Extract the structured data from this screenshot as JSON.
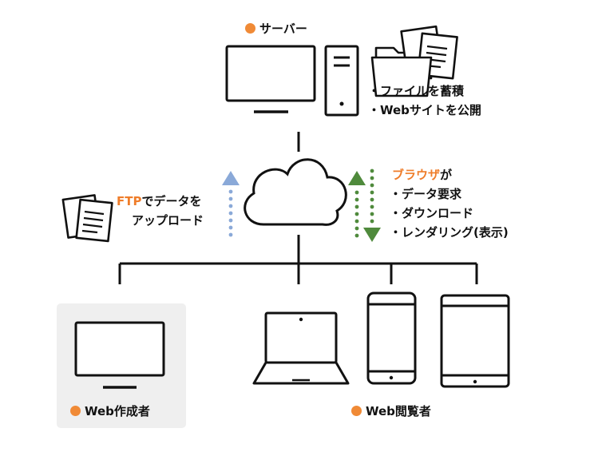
{
  "colors": {
    "accent": "#ef7d2a",
    "upload": "#8aa9d8",
    "download": "#4f8a3c",
    "creator_bg": "#efefef"
  },
  "server": {
    "title": "サーバー",
    "bullets": [
      "・ファイルを蓄積",
      "・Webサイトを公開"
    ]
  },
  "ftp": {
    "highlight": "FTP",
    "text1": "でデータを",
    "text2": "アップロード"
  },
  "browser": {
    "highlight": "ブラウザ",
    "suffix": "が",
    "bullets": [
      "・データ要求",
      "・ダウンロード",
      "・レンダリング(表示)"
    ]
  },
  "creator": {
    "label": "Web作成者"
  },
  "viewer": {
    "label": "Web閲覧者"
  }
}
